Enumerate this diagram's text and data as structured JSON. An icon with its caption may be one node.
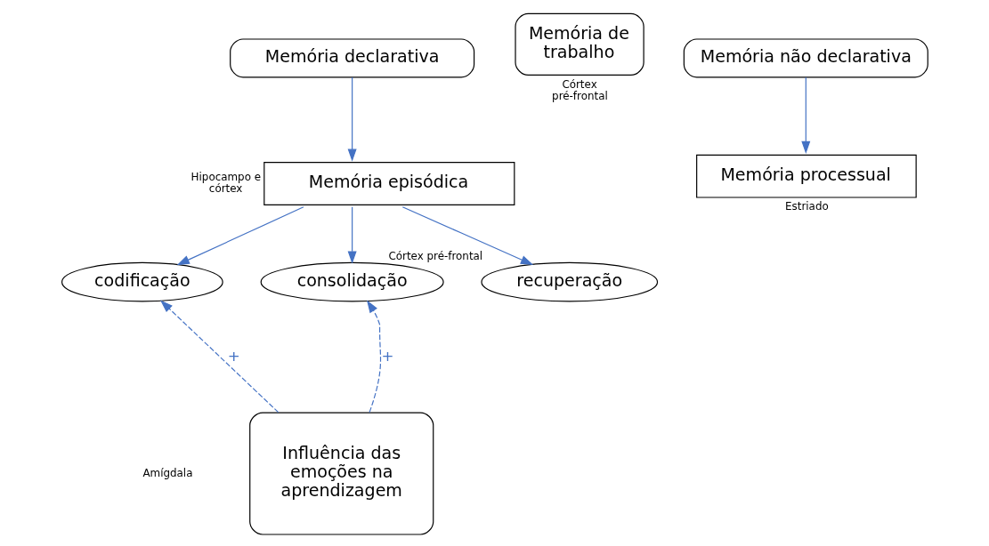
{
  "diagram": {
    "nodes": [
      {
        "text": [
          "Memória declarativa"
        ]
      },
      {
        "text": [
          "Memória de trabalho"
        ],
        "beside": [
          "Córtex pré-frontal"
        ]
      },
      {
        "text": [
          "Memória não declarativa"
        ]
      },
      {
        "text": [
          "Memória episódica"
        ],
        "beside": [
          "Hipocampo e córtex"
        ]
      },
      {
        "text": [
          "Memória processual"
        ],
        "beside": [
          "Estriado"
        ]
      },
      {
        "text": [
          "codificação"
        ]
      },
      {
        "text": [
          "consolidação"
        ]
      },
      {
        "text": [
          "recuperação"
        ],
        "beside": [
          "Córtex pré-frontal"
        ]
      },
      {
        "text": [
          "Influência das emoções na aprendizagem"
        ]
      }
    ],
    "edges": [
      {
        "from": 0,
        "to": 3,
        "arrow": "to"
      },
      {
        "from": 2,
        "to": 4,
        "arrow": "to"
      },
      {
        "from": 3,
        "to": 5,
        "arrow": "to"
      },
      {
        "from": 3,
        "to": 6,
        "arrow": "to"
      },
      {
        "from": 3,
        "to": 7,
        "arrow": "to"
      },
      {
        "from": 8,
        "to": 5,
        "arrow": "to",
        "style": "dashed",
        "label": "+"
      },
      {
        "from": 8,
        "to": 6,
        "arrow": "to",
        "style": "dashed",
        "label": "+"
      }
    ],
    "labels": [
      "Amígdala"
    ]
  }
}
